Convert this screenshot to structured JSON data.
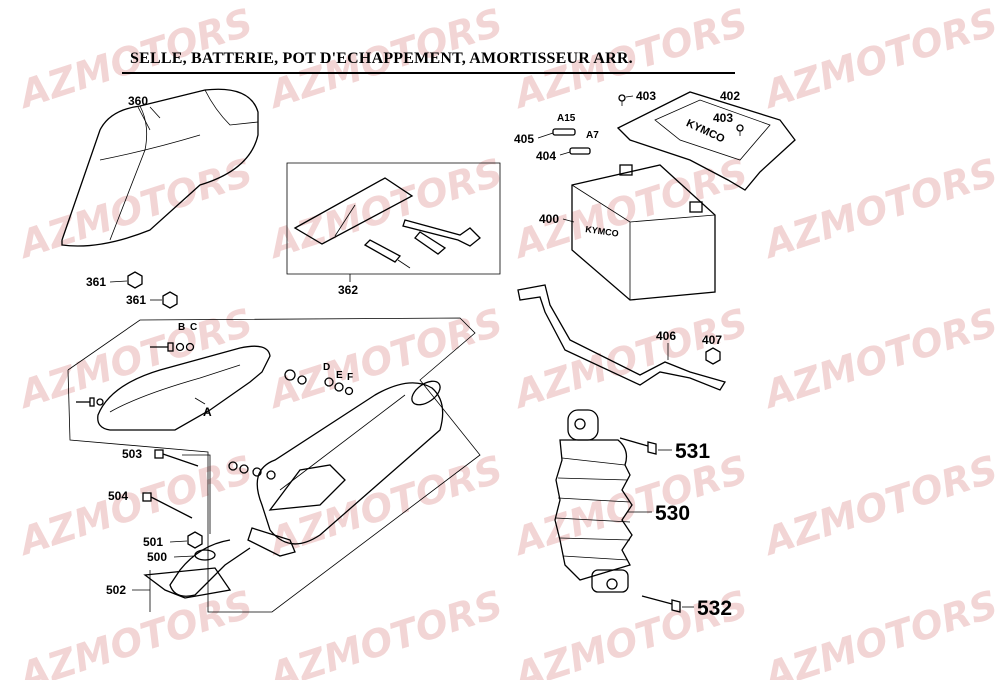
{
  "title": "SELLE, BATTERIE, POT D'ECHAPPEMENT, AMORTISSEUR ARR.",
  "watermark": "AZMOTORS",
  "battery_brand": "KYMCO",
  "cover_brand": "KYMCO",
  "labels": {
    "p360": "360",
    "p361a": "361",
    "p361b": "361",
    "p362": "362",
    "p400": "400",
    "p402": "402",
    "p403a": "403",
    "p403b": "403",
    "p404": "404",
    "p405": "405",
    "pA15": "A15",
    "pA7": "A7",
    "p406": "406",
    "p407": "407",
    "pA": "A",
    "pB": "B",
    "pC": "C",
    "pD": "D",
    "pE": "E",
    "pF": "F",
    "p500": "500",
    "p501": "501",
    "p502": "502",
    "p503": "503",
    "p504": "504",
    "p530": "530",
    "p531": "531",
    "p532": "532"
  },
  "colors": {
    "watermark": "#e8b3b3",
    "line": "#000000",
    "background": "#ffffff"
  }
}
